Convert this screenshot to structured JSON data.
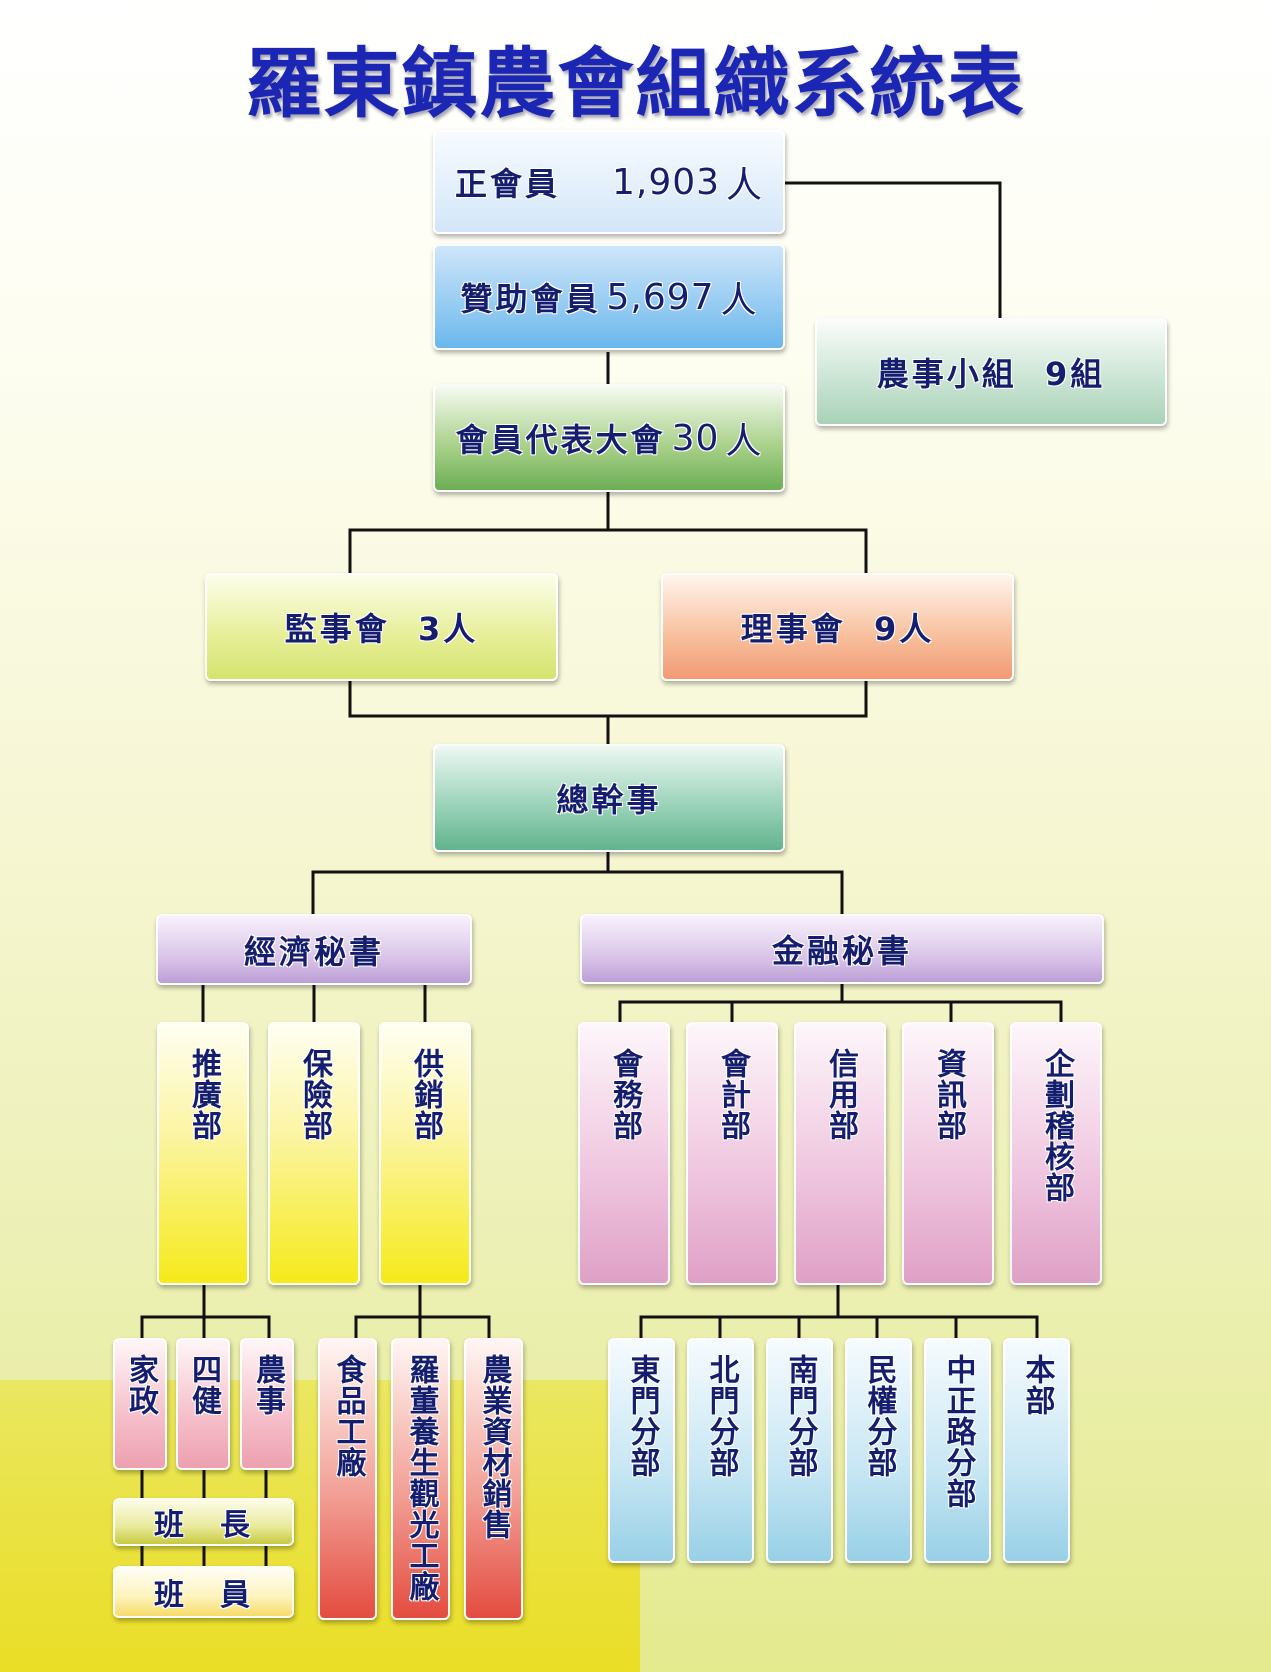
{
  "title": "羅東鎮農會組織系統表",
  "members": {
    "regular": {
      "label": "正會員",
      "count": "1,903",
      "unit": "人"
    },
    "associate": {
      "label": "贊助會員",
      "count": "5,697",
      "unit": "人"
    },
    "representatives": {
      "label": "會員代表大會",
      "count": "30",
      "unit": "人"
    }
  },
  "farm_groups": "農事小組  9組",
  "supervisors": "監事會  3人",
  "directors": "理事會  9人",
  "general_manager": "總幹事",
  "economic_secretary": "經濟秘書",
  "finance_secretary": "金融秘書",
  "economic_departments": [
    "推廣部",
    "保險部",
    "供銷部"
  ],
  "finance_departments": [
    "會務部",
    "會計部",
    "信用部",
    "資訊部",
    "企劃稽核部"
  ],
  "extension_units": [
    "家政",
    "四健",
    "農事"
  ],
  "class_leader": "班　長",
  "class_member": "班　員",
  "supply_units": [
    "食品工廠",
    "羅董養生觀光工廠",
    "農業資材銷售"
  ],
  "branches": [
    "東門分部",
    "北門分部",
    "南門分部",
    "民權分部",
    "中正路分部",
    "本部"
  ]
}
